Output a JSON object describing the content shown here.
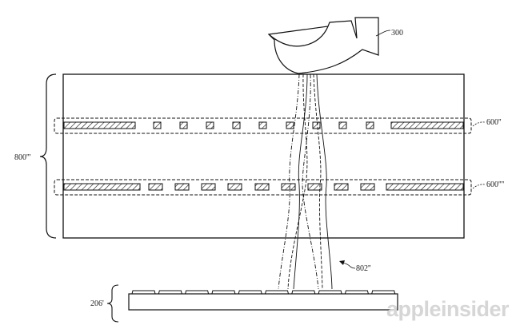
{
  "labels": {
    "device": "300",
    "stack": "800'''",
    "layer_upper": "600''",
    "layer_lower": "600''''",
    "light_paths": "802''",
    "base": "206'"
  },
  "watermark": "appleinsider"
}
